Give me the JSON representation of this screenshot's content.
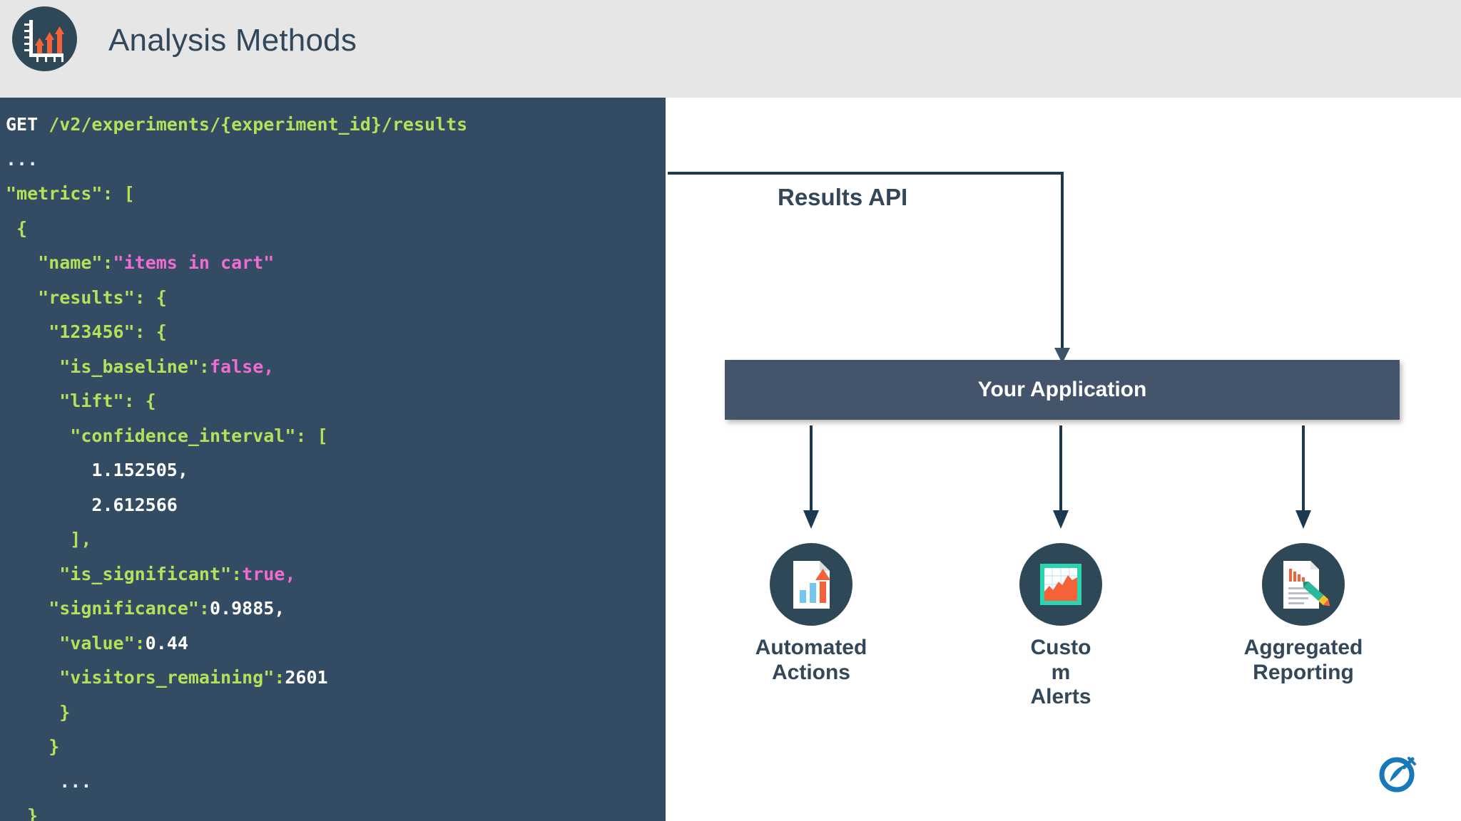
{
  "header": {
    "title": "Analysis Methods",
    "logo_icon": "bar-chart-arrows-icon",
    "bg_color": "#e6e6e6",
    "title_color": "#33475b"
  },
  "code_panel": {
    "bg_color": "#334b63",
    "lines": [
      [
        {
          "t": "GET",
          "c": "method"
        },
        {
          "t": " ",
          "c": "plain"
        },
        {
          "t": "/v2/experiments/{experiment_id}/results",
          "c": "path"
        }
      ],
      [
        {
          "t": "...",
          "c": "dots"
        }
      ],
      [
        {
          "t": "\"metrics\": [",
          "c": "key"
        }
      ],
      [
        {
          "t": " {",
          "c": "punct"
        }
      ],
      [
        {
          "t": "   \"name\":",
          "c": "key"
        },
        {
          "t": "\"items in cart\"",
          "c": "str"
        }
      ],
      [
        {
          "t": "   \"results\": {",
          "c": "key"
        }
      ],
      [
        {
          "t": "    \"123456\": {",
          "c": "key"
        }
      ],
      [
        {
          "t": "     \"is_baseline\":",
          "c": "key"
        },
        {
          "t": "false,",
          "c": "bool"
        }
      ],
      [
        {
          "t": "     \"lift\": {",
          "c": "key"
        }
      ],
      [
        {
          "t": "      \"confidence_interval\": [",
          "c": "key"
        }
      ],
      [
        {
          "t": "        1.152505,",
          "c": "num"
        }
      ],
      [
        {
          "t": "        2.612566",
          "c": "num"
        }
      ],
      [
        {
          "t": "      ],",
          "c": "punct"
        }
      ],
      [
        {
          "t": "     \"is_significant\":",
          "c": "key"
        },
        {
          "t": "true,",
          "c": "bool"
        }
      ],
      [
        {
          "t": "    \"significance\":",
          "c": "key"
        },
        {
          "t": "0.9885,",
          "c": "num"
        }
      ],
      [
        {
          "t": "     \"value\":",
          "c": "key"
        },
        {
          "t": "0.44",
          "c": "num"
        }
      ],
      [
        {
          "t": "     \"visitors_remaining\":",
          "c": "key"
        },
        {
          "t": "2601",
          "c": "num"
        }
      ],
      [
        {
          "t": "     }",
          "c": "punct"
        }
      ],
      [
        {
          "t": "    }",
          "c": "punct"
        }
      ],
      [
        {
          "t": "     ...",
          "c": "dots"
        }
      ],
      [
        {
          "t": "  }",
          "c": "punct"
        }
      ]
    ]
  },
  "diagram": {
    "results_api_label": "Results API",
    "app_box": {
      "label": "Your Application",
      "bg_color": "#44546a",
      "text_color": "#ffffff"
    },
    "arrow_color": "#1b3a52",
    "nodes": [
      {
        "label": "Automated Actions",
        "icon": "document-bar-chart-up-arrow-icon"
      },
      {
        "label": "Custo m Alerts",
        "icon": "area-chart-framed-icon"
      },
      {
        "label": "Aggregated Reporting",
        "icon": "report-document-pencil-icon"
      }
    ],
    "brand_logo_icon": "optimizely-logo-icon",
    "brand_logo_color": "#1878b9"
  }
}
